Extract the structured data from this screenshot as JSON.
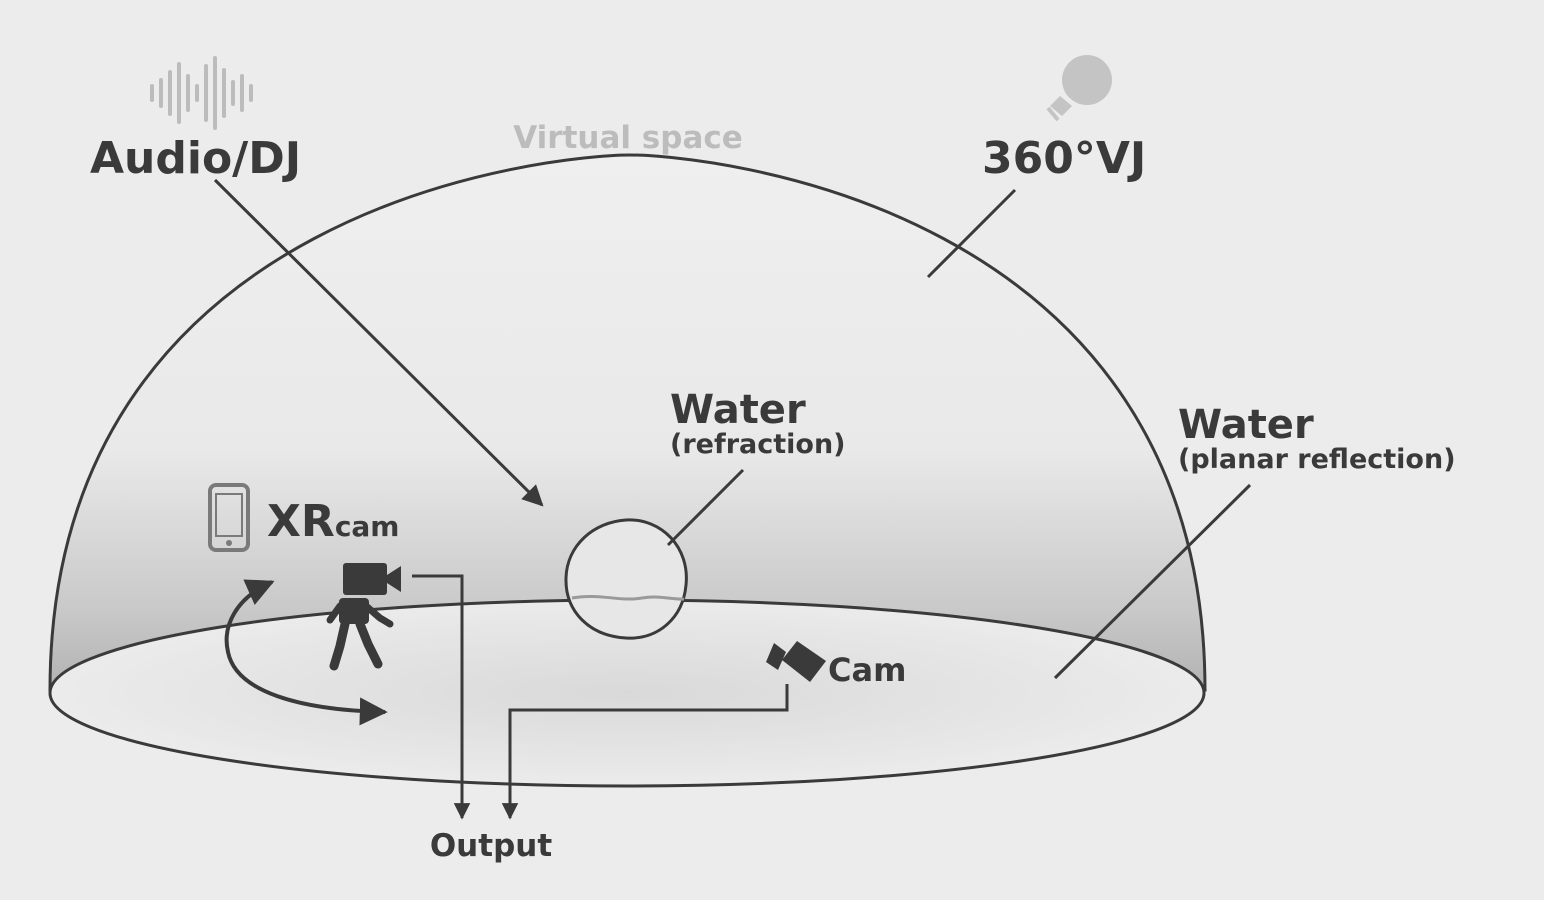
{
  "labels": {
    "virtual_space": "Virtual space",
    "audio_dj": "Audio/DJ",
    "vj": "360°VJ",
    "water_refraction_title": "Water",
    "water_refraction_sub": "(refraction)",
    "water_planar_title": "Water",
    "water_planar_sub": "(planar reflection)",
    "xr_main": "XR",
    "xr_sub": "cam",
    "cam": "Cam",
    "output": "Output"
  },
  "icons": {
    "audio": "audio-waveform-icon",
    "vj": "light-bulb-icon",
    "phone": "smartphone-icon",
    "camera": "video-camera-icon",
    "person": "walking-person-icon"
  },
  "colors": {
    "background": "#ececec",
    "ink": "#3a3a3a",
    "faded": "#bcbcbc"
  }
}
